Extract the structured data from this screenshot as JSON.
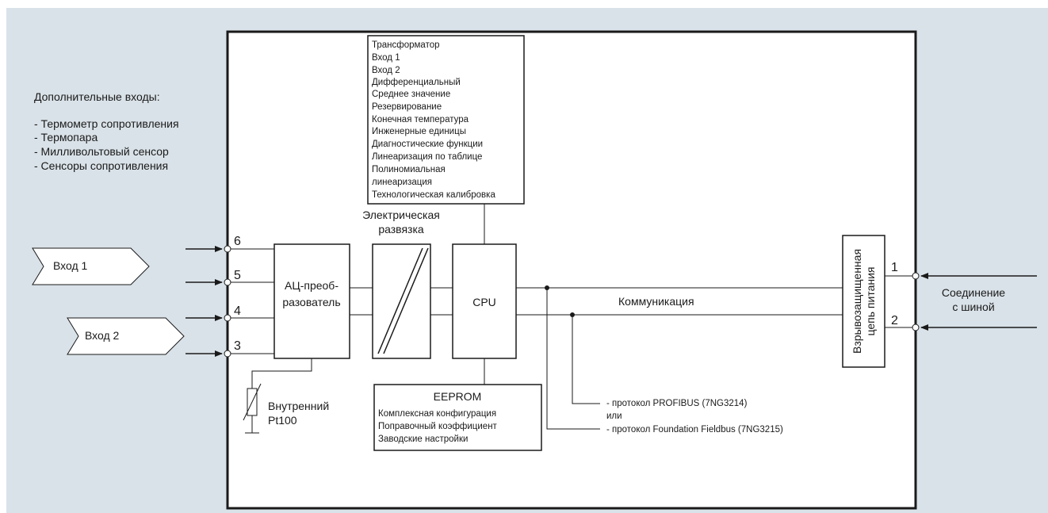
{
  "colors": {
    "background": "#d9e2e8",
    "box_fill": "#ffffff",
    "line": "#1a1a1a"
  },
  "additional_inputs": {
    "title": "Дополнительные входы:",
    "items": [
      "- Термометр сопротивления",
      "- Термопара",
      "- Милливольтовый сенсор",
      "- Сенсоры сопротивления"
    ]
  },
  "functions_box": {
    "lines": [
      "Трансформатор",
      "Вход 1",
      "Вход 2",
      "Дифференциальный",
      "Среднее значение",
      "Резервирование",
      "Конечная температура",
      "Инженерные единицы",
      "Диагностические функции",
      "Линеаризация по таблице",
      "Полиномиальная",
      "линеаризация",
      "Технологическая калибровка"
    ]
  },
  "isolation_label": [
    "Электрическая",
    "развязка"
  ],
  "inputs": {
    "input1": "Вход 1",
    "input2": "Вход 2"
  },
  "terminals": {
    "t6": "6",
    "t5": "5",
    "t4": "4",
    "t3": "3",
    "t1": "1",
    "t2": "2"
  },
  "adc": {
    "lines": [
      "АЦ-преоб-",
      "разователь"
    ]
  },
  "cpu": {
    "label": "CPU"
  },
  "communication": {
    "label": "Коммуникация"
  },
  "power_circuit": {
    "lines": [
      "Взрывозащищенная",
      "цепь питания"
    ]
  },
  "bus_connection": {
    "lines": [
      "Соединение",
      "с шиной"
    ]
  },
  "internal_sensor": {
    "lines": [
      "Внутренний",
      "Pt100"
    ]
  },
  "eeprom": {
    "title": "EEPROM",
    "lines": [
      "Комплексная конфигурация",
      "Поправочный коэффициент",
      "Заводские настройки"
    ]
  },
  "protocols": {
    "profibus": "- протокол PROFIBUS (7NG3214)",
    "or": "или",
    "fieldbus": "- протокол Foundation Fieldbus (7NG3215)"
  }
}
